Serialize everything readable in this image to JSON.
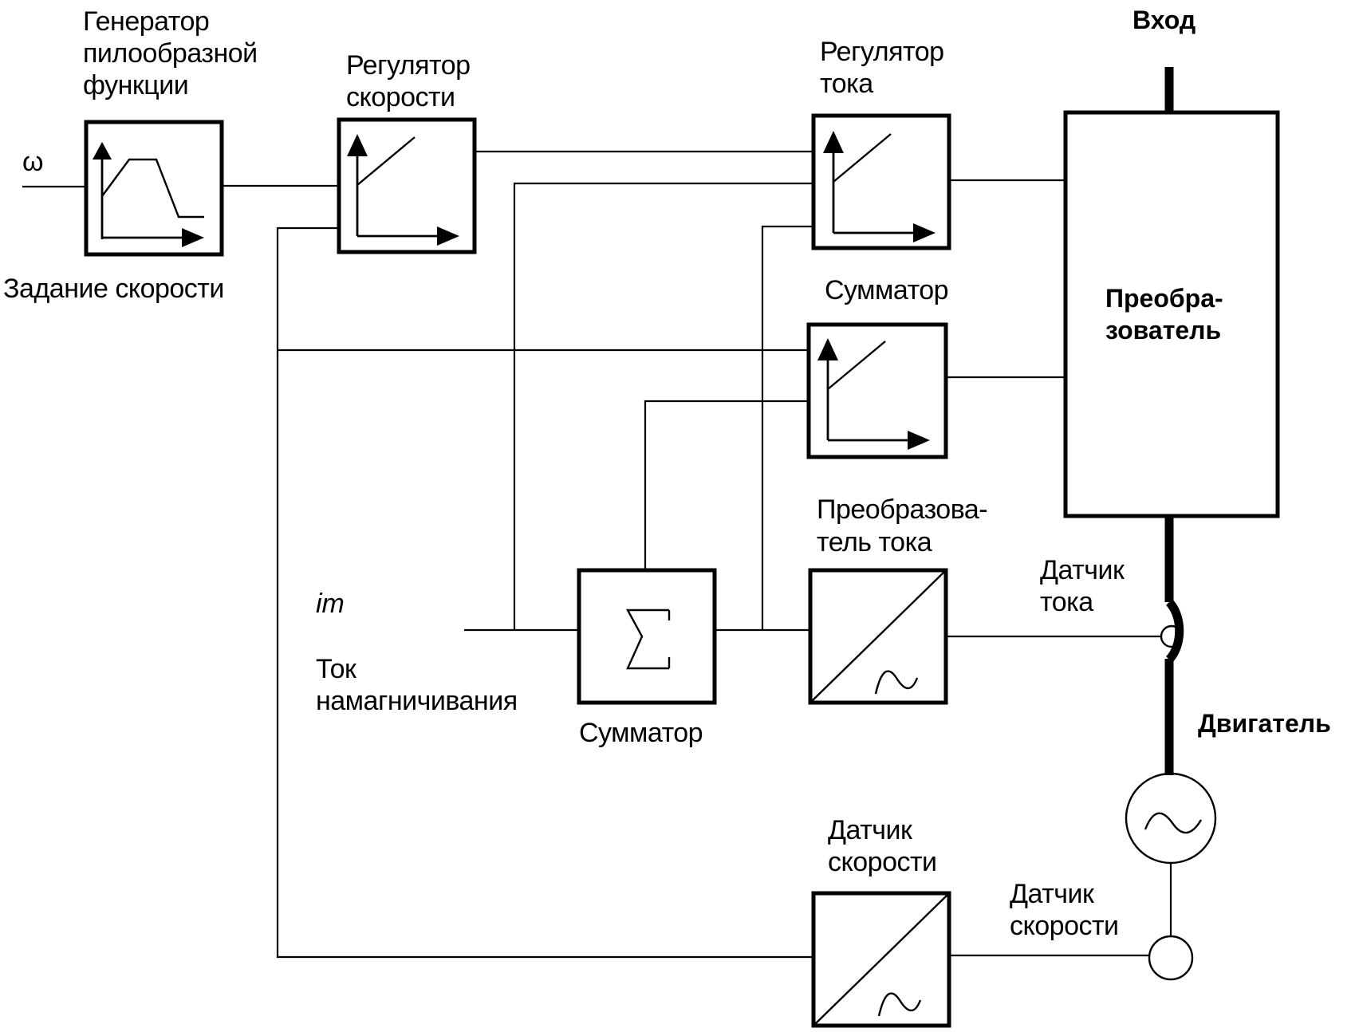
{
  "diagram": {
    "title": "Структурная схема векторного управления приводом",
    "colors": {
      "line": "#000000",
      "background": "#ffffff"
    },
    "inputs": {
      "omega_symbol": "ω",
      "speed_reference": "Задание скорости",
      "im_symbol": "im",
      "magnetizing_current": [
        "Ток",
        "намагничивания"
      ],
      "power_input": "Вход"
    },
    "blocks": {
      "ramp_generator": {
        "label": [
          "Генератор",
          "пилообразной",
          "функции"
        ],
        "icon": "ramp-trapezoid-icon"
      },
      "speed_controller": {
        "label": [
          "Регулятор",
          "скорости"
        ],
        "icon": "pi-characteristic-icon"
      },
      "current_controller": {
        "label": [
          "Регулятор",
          "тока"
        ],
        "icon": "pi-characteristic-icon"
      },
      "adder_upper": {
        "label": [
          "Сумматор"
        ],
        "icon": "pi-characteristic-icon"
      },
      "adder_sigma": {
        "label": [
          "Сумматор"
        ],
        "icon": "sigma-icon",
        "symbol": "Σ"
      },
      "current_converter": {
        "label": [
          "Преобразова-",
          "тель тока"
        ],
        "icon": "ac-dc-converter-icon"
      },
      "speed_sensor_block": {
        "label": [
          "Датчик",
          "скорости"
        ],
        "icon": "ac-dc-converter-icon"
      },
      "power_converter": {
        "label": [
          "Преобра-",
          "зователь"
        ]
      },
      "current_sensor": {
        "label": [
          "Датчик",
          "тока"
        ]
      },
      "speed_sensor": {
        "label": [
          "Датчик",
          "скорости"
        ]
      },
      "motor": {
        "label": "Двигатель",
        "icon": "ac-motor-icon"
      }
    }
  }
}
